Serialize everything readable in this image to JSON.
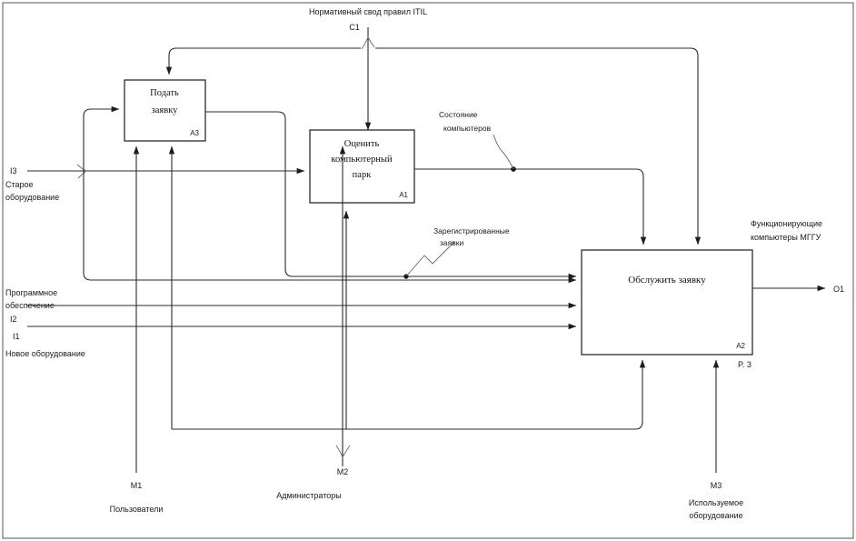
{
  "diagram": {
    "type": "idef0",
    "title_top": "Нормативный свод правил ITIL",
    "title_top_code": "C1",
    "page_ref": "P. 3",
    "colors": {
      "line": "#2b2b2b",
      "box_border": "#1c1c1c",
      "box_fill": "#ffffff",
      "text": "#111111",
      "frame": "#555555"
    }
  },
  "activities": [
    {
      "name": "Подать",
      "name2": "заявку",
      "id": "A3"
    },
    {
      "name": "Оценить",
      "name2": "компьютерный",
      "name3": "парк",
      "id": "A1"
    },
    {
      "name": "Обслужить заявку",
      "id": "A2"
    }
  ],
  "inputs": [
    {
      "code": "I3",
      "label1": "Старое",
      "label2": "оборудование"
    },
    {
      "code": "I2",
      "label1": "Программное",
      "label2": "обеспечение"
    },
    {
      "code": "I1",
      "label1": "Новое оборудование",
      "label2": ""
    }
  ],
  "controls": [
    {
      "code": "C1",
      "label": "Нормативный свод правил ITIL"
    }
  ],
  "outputs": [
    {
      "code": "O1",
      "label1": "Функционирующие",
      "label2": "компьютеры МГГУ"
    }
  ],
  "mechanisms": [
    {
      "code": "M1",
      "label": "Пользователи"
    },
    {
      "code": "M2",
      "label": "Администраторы"
    },
    {
      "code": "M3",
      "label1": "Используемое",
      "label2": "оборудование"
    }
  ],
  "flow_annotations": [
    {
      "label1": "Состояние",
      "label2": "компьютеров"
    },
    {
      "label1": "Зарегистрированные",
      "label2": "заявки"
    }
  ]
}
